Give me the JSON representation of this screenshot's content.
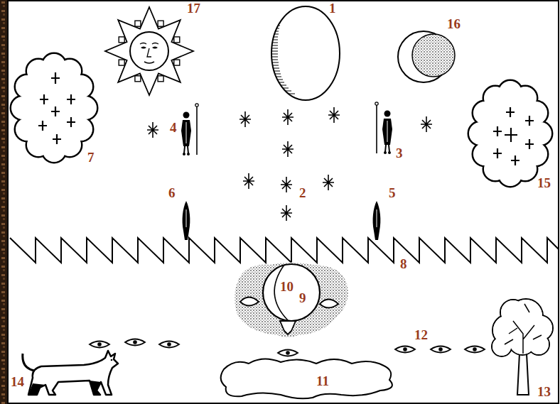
{
  "diagram": {
    "labels": [
      "17",
      "1",
      "16",
      "4",
      "3",
      "7",
      "2",
      "15",
      "6",
      "5",
      "8",
      "10",
      "9",
      "12",
      "14",
      "11",
      "13"
    ]
  }
}
